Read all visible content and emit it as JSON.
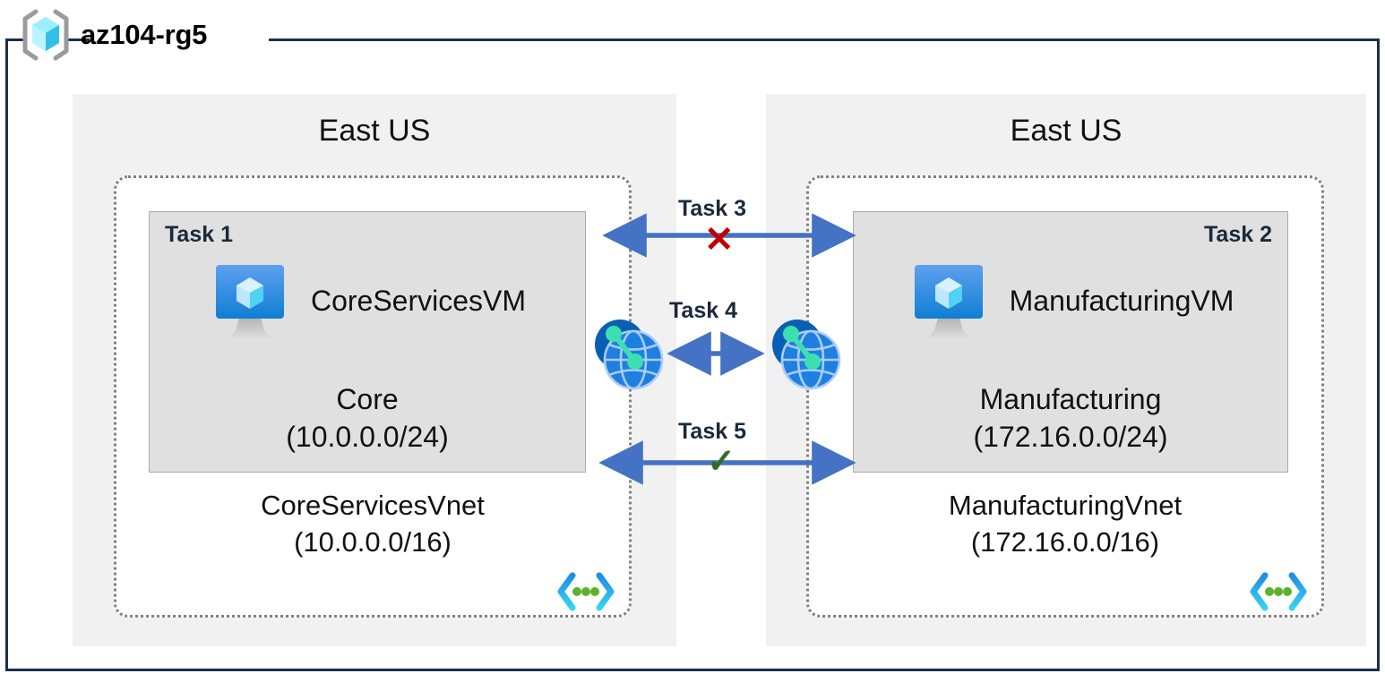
{
  "resource_group": {
    "title": "az104-rg5",
    "icon": "resource-group-cube-icon"
  },
  "regions": [
    {
      "label": "East US"
    },
    {
      "label": "East US"
    }
  ],
  "vnets": [
    {
      "name": "CoreServicesVnet",
      "cidr": "(10.0.0.0/16)",
      "corner_icon": "vnet-chevrons-icon"
    },
    {
      "name": "ManufacturingVnet",
      "cidr": "(172.16.0.0/16)",
      "corner_icon": "vnet-chevrons-icon"
    }
  ],
  "subnets": [
    {
      "task_tag": "Task 1",
      "vm_name": "CoreServicesVM",
      "vm_icon": "virtual-machine-icon",
      "subnet_name": "Core",
      "subnet_cidr": "(10.0.0.0/24)"
    },
    {
      "task_tag": "Task 2",
      "vm_name": "ManufacturingVM",
      "vm_icon": "virtual-machine-icon",
      "subnet_name": "Manufacturing",
      "subnet_cidr": "(172.16.0.0/24)"
    }
  ],
  "peering_icons": [
    {
      "name": "vnet-peering-icon-left"
    },
    {
      "name": "vnet-peering-icon-right"
    }
  ],
  "connections": [
    {
      "label": "Task 3",
      "status_mark": "✕",
      "status": "blocked"
    },
    {
      "label": "Task 4",
      "status_mark": "",
      "status": "peered"
    },
    {
      "label": "Task 5",
      "status_mark": "✓",
      "status": "allowed"
    }
  ],
  "colors": {
    "frame": "#1b3049",
    "region_fill": "#f1f1f1",
    "subnet_fill": "#e0e0e0",
    "vnet_border": "#808080",
    "arrow": "#4472c4",
    "blocked": "#c00000",
    "allowed": "#376b23",
    "azure_blue": "#0078d4",
    "cube_cyan": "#50e6ff"
  }
}
